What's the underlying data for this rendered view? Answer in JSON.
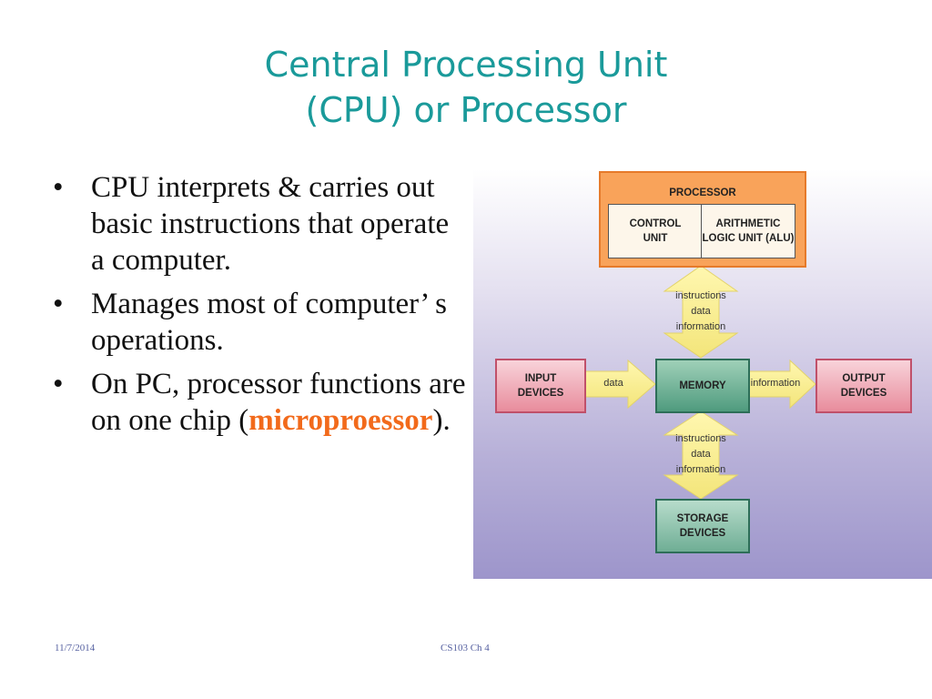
{
  "slide": {
    "title_line1": "Central Processing Unit",
    "title_line2": "(CPU) or Processor",
    "bullets": [
      {
        "text": "CPU interprets & carries out basic instructions that operate a computer."
      },
      {
        "text": "Manages most of computer’ s operations."
      },
      {
        "text_before": "On PC, processor functions are on one chip (",
        "highlight": "microproessor",
        "text_after": ")."
      }
    ],
    "bullet_glyph": "•",
    "highlight_color": "#f26a1b",
    "title_color": "#1a9a9a"
  },
  "diagram": {
    "processor_label": "PROCESSOR",
    "control_unit_line1": "CONTROL",
    "control_unit_line2": "UNIT",
    "alu_line1": "ARITHMETIC",
    "alu_line2": "LOGIC UNIT (ALU)",
    "memory_label": "MEMORY",
    "input_line1": "INPUT",
    "input_line2": "DEVICES",
    "output_line1": "OUTPUT",
    "output_line2": "DEVICES",
    "storage_line1": "STORAGE",
    "storage_line2": "DEVICES",
    "upper_arrow": [
      "instructions",
      "data",
      "information"
    ],
    "lower_arrow": [
      "instructions",
      "data",
      "information"
    ],
    "left_arrow": "data",
    "right_arrow": "information"
  },
  "footer": {
    "date": "11/7/2014",
    "course": "CS103 Ch 4"
  }
}
